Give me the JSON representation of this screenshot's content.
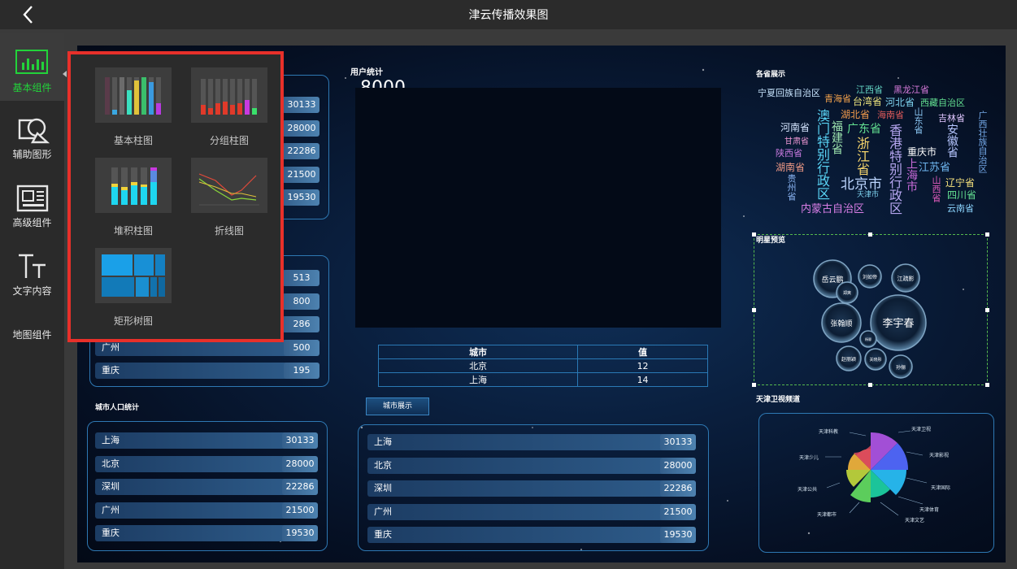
{
  "header": {
    "title": "津云传播效果图"
  },
  "sidebar": {
    "items": [
      {
        "label": "基本组件",
        "icon": "bar-chart-icon"
      },
      {
        "label": "辅助图形",
        "icon": "shapes-icon"
      },
      {
        "label": "高级组件",
        "icon": "panel-icon"
      },
      {
        "label": "文字内容",
        "icon": "text-icon"
      },
      {
        "label": "地图组件",
        "icon": ""
      }
    ]
  },
  "popup": {
    "items": [
      {
        "label": "基本柱图"
      },
      {
        "label": "分组柱图"
      },
      {
        "label": "堆积柱图"
      },
      {
        "label": "折线图"
      },
      {
        "label": "矩形树图"
      }
    ]
  },
  "panels": {
    "user_stats": {
      "title": "用户统计",
      "value": "8000"
    },
    "provinces": {
      "title": "各省展示"
    },
    "stars": {
      "title": "明星预览",
      "names": [
        "岳云鹏",
        "刘如帝",
        "江疏影",
        "郑爽",
        "张翰顺",
        "李宇春",
        "杨幂",
        "赵丽颖",
        "关晓彤",
        "孙俪"
      ]
    },
    "city_pop": {
      "title": "城市人口统计"
    },
    "city_show": {
      "title": "城市展示"
    },
    "tianjin": {
      "title": "天津卫视频道",
      "labels": [
        "天津科教",
        "天津卫视",
        "天津影视",
        "天津国际",
        "天津体育",
        "天津文艺",
        "天津都市",
        "天津公共",
        "天津少儿"
      ]
    }
  },
  "top_left_rows": [
    {
      "label": "",
      "value": "30133"
    },
    {
      "label": "",
      "value": "28000"
    },
    {
      "label": "",
      "value": "22286"
    },
    {
      "label": "",
      "value": "21500"
    },
    {
      "label": "",
      "value": "19530"
    }
  ],
  "mid_left_rows": [
    {
      "label": "",
      "value": "513"
    },
    {
      "label": "",
      "value": "800"
    },
    {
      "label": "",
      "value": "286"
    },
    {
      "label": "广州",
      "value": "500"
    },
    {
      "label": "重庆",
      "value": "195"
    }
  ],
  "bottom_left_rows": [
    {
      "label": "上海",
      "value": "30133"
    },
    {
      "label": "北京",
      "value": "28000"
    },
    {
      "label": "深圳",
      "value": "22286"
    },
    {
      "label": "广州",
      "value": "21500"
    },
    {
      "label": "重庆",
      "value": "19530"
    }
  ],
  "bottom_mid_rows": [
    {
      "label": "上海",
      "value": "30133"
    },
    {
      "label": "北京",
      "value": "28000"
    },
    {
      "label": "深圳",
      "value": "22286"
    },
    {
      "label": "广州",
      "value": "21500"
    },
    {
      "label": "重庆",
      "value": "19530"
    }
  ],
  "table": {
    "headers": [
      "城市",
      "值"
    ],
    "rows": [
      [
        "北京",
        "12"
      ],
      [
        "上海",
        "14"
      ]
    ]
  },
  "word_cloud": [
    "宁夏回族自治区",
    "江西省",
    "黑龙江省",
    "青海省",
    "台湾省",
    "河北省",
    "西藏自治区",
    "湖北省",
    "海南省",
    "山东省",
    "吉林省",
    "广西壮族自治区",
    "河南省",
    "澳门特别行政区",
    "福建省",
    "广东省",
    "香港特别行政区",
    "安徽省",
    "甘肃省",
    "浙江省",
    "重庆市",
    "陕西省",
    "湖南省",
    "江苏省",
    "北京市",
    "上海市",
    "山西省",
    "辽宁省",
    "贵州省",
    "天津市",
    "四川省",
    "内蒙古自治区",
    "云南省"
  ],
  "colors": {
    "accent": "#22d33a",
    "highlight": "#e8302a",
    "frame": "#2e78b3"
  }
}
